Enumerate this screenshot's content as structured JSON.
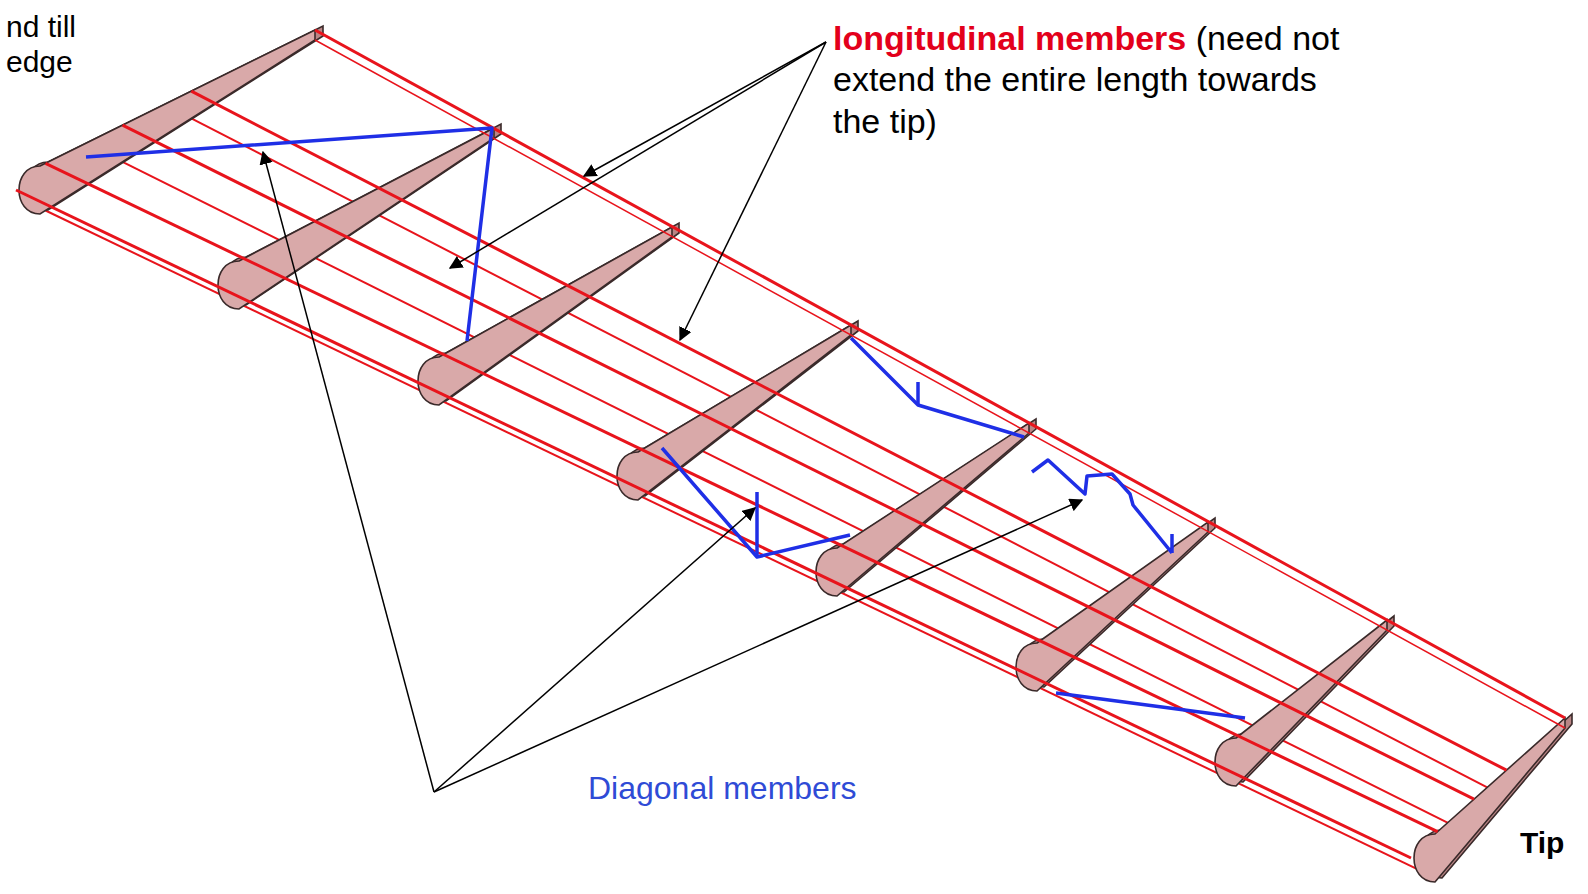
{
  "diagram": {
    "labels": [
      "nd till edge",
      "longitudinal members",
      "(need not extend the entire length towards the tip)",
      "Diagonal members",
      "Tip"
    ]
  }
}
